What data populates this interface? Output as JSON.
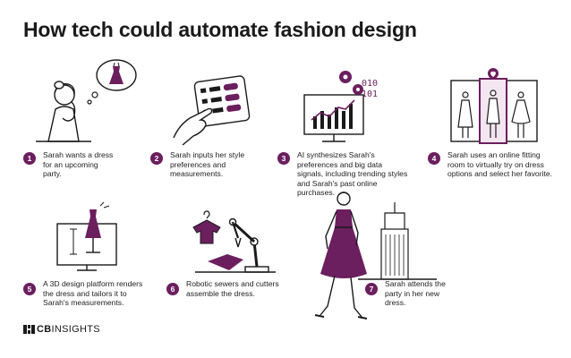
{
  "title": "How tech could automate fashion design",
  "colors": {
    "accent": "#6b1f5e",
    "ink": "#1a1a1a"
  },
  "steps": [
    {
      "num": "1",
      "text": "Sarah wants a dress for an upcoming party."
    },
    {
      "num": "2",
      "text": "Sarah inputs her style preferences and measurements."
    },
    {
      "num": "3",
      "text": "AI synthesizes Sarah's preferences and big data signals, including trending styles and Sarah's past online purchases."
    },
    {
      "num": "4",
      "text": "Sarah uses an online fitting room to virtually try on dress options and select her favorite."
    },
    {
      "num": "5",
      "text": "A 3D design platform renders the dress and tailors it to Sarah's measurements."
    },
    {
      "num": "6",
      "text": "Robotic sewers and cutters assemble the dress."
    },
    {
      "num": "7",
      "text": "Sarah attends the party in her new dress."
    }
  ],
  "binary": {
    "line1": "010",
    "line2": "101"
  },
  "logo": {
    "brand_a": "CB",
    "brand_b": "INSIGHTS"
  }
}
